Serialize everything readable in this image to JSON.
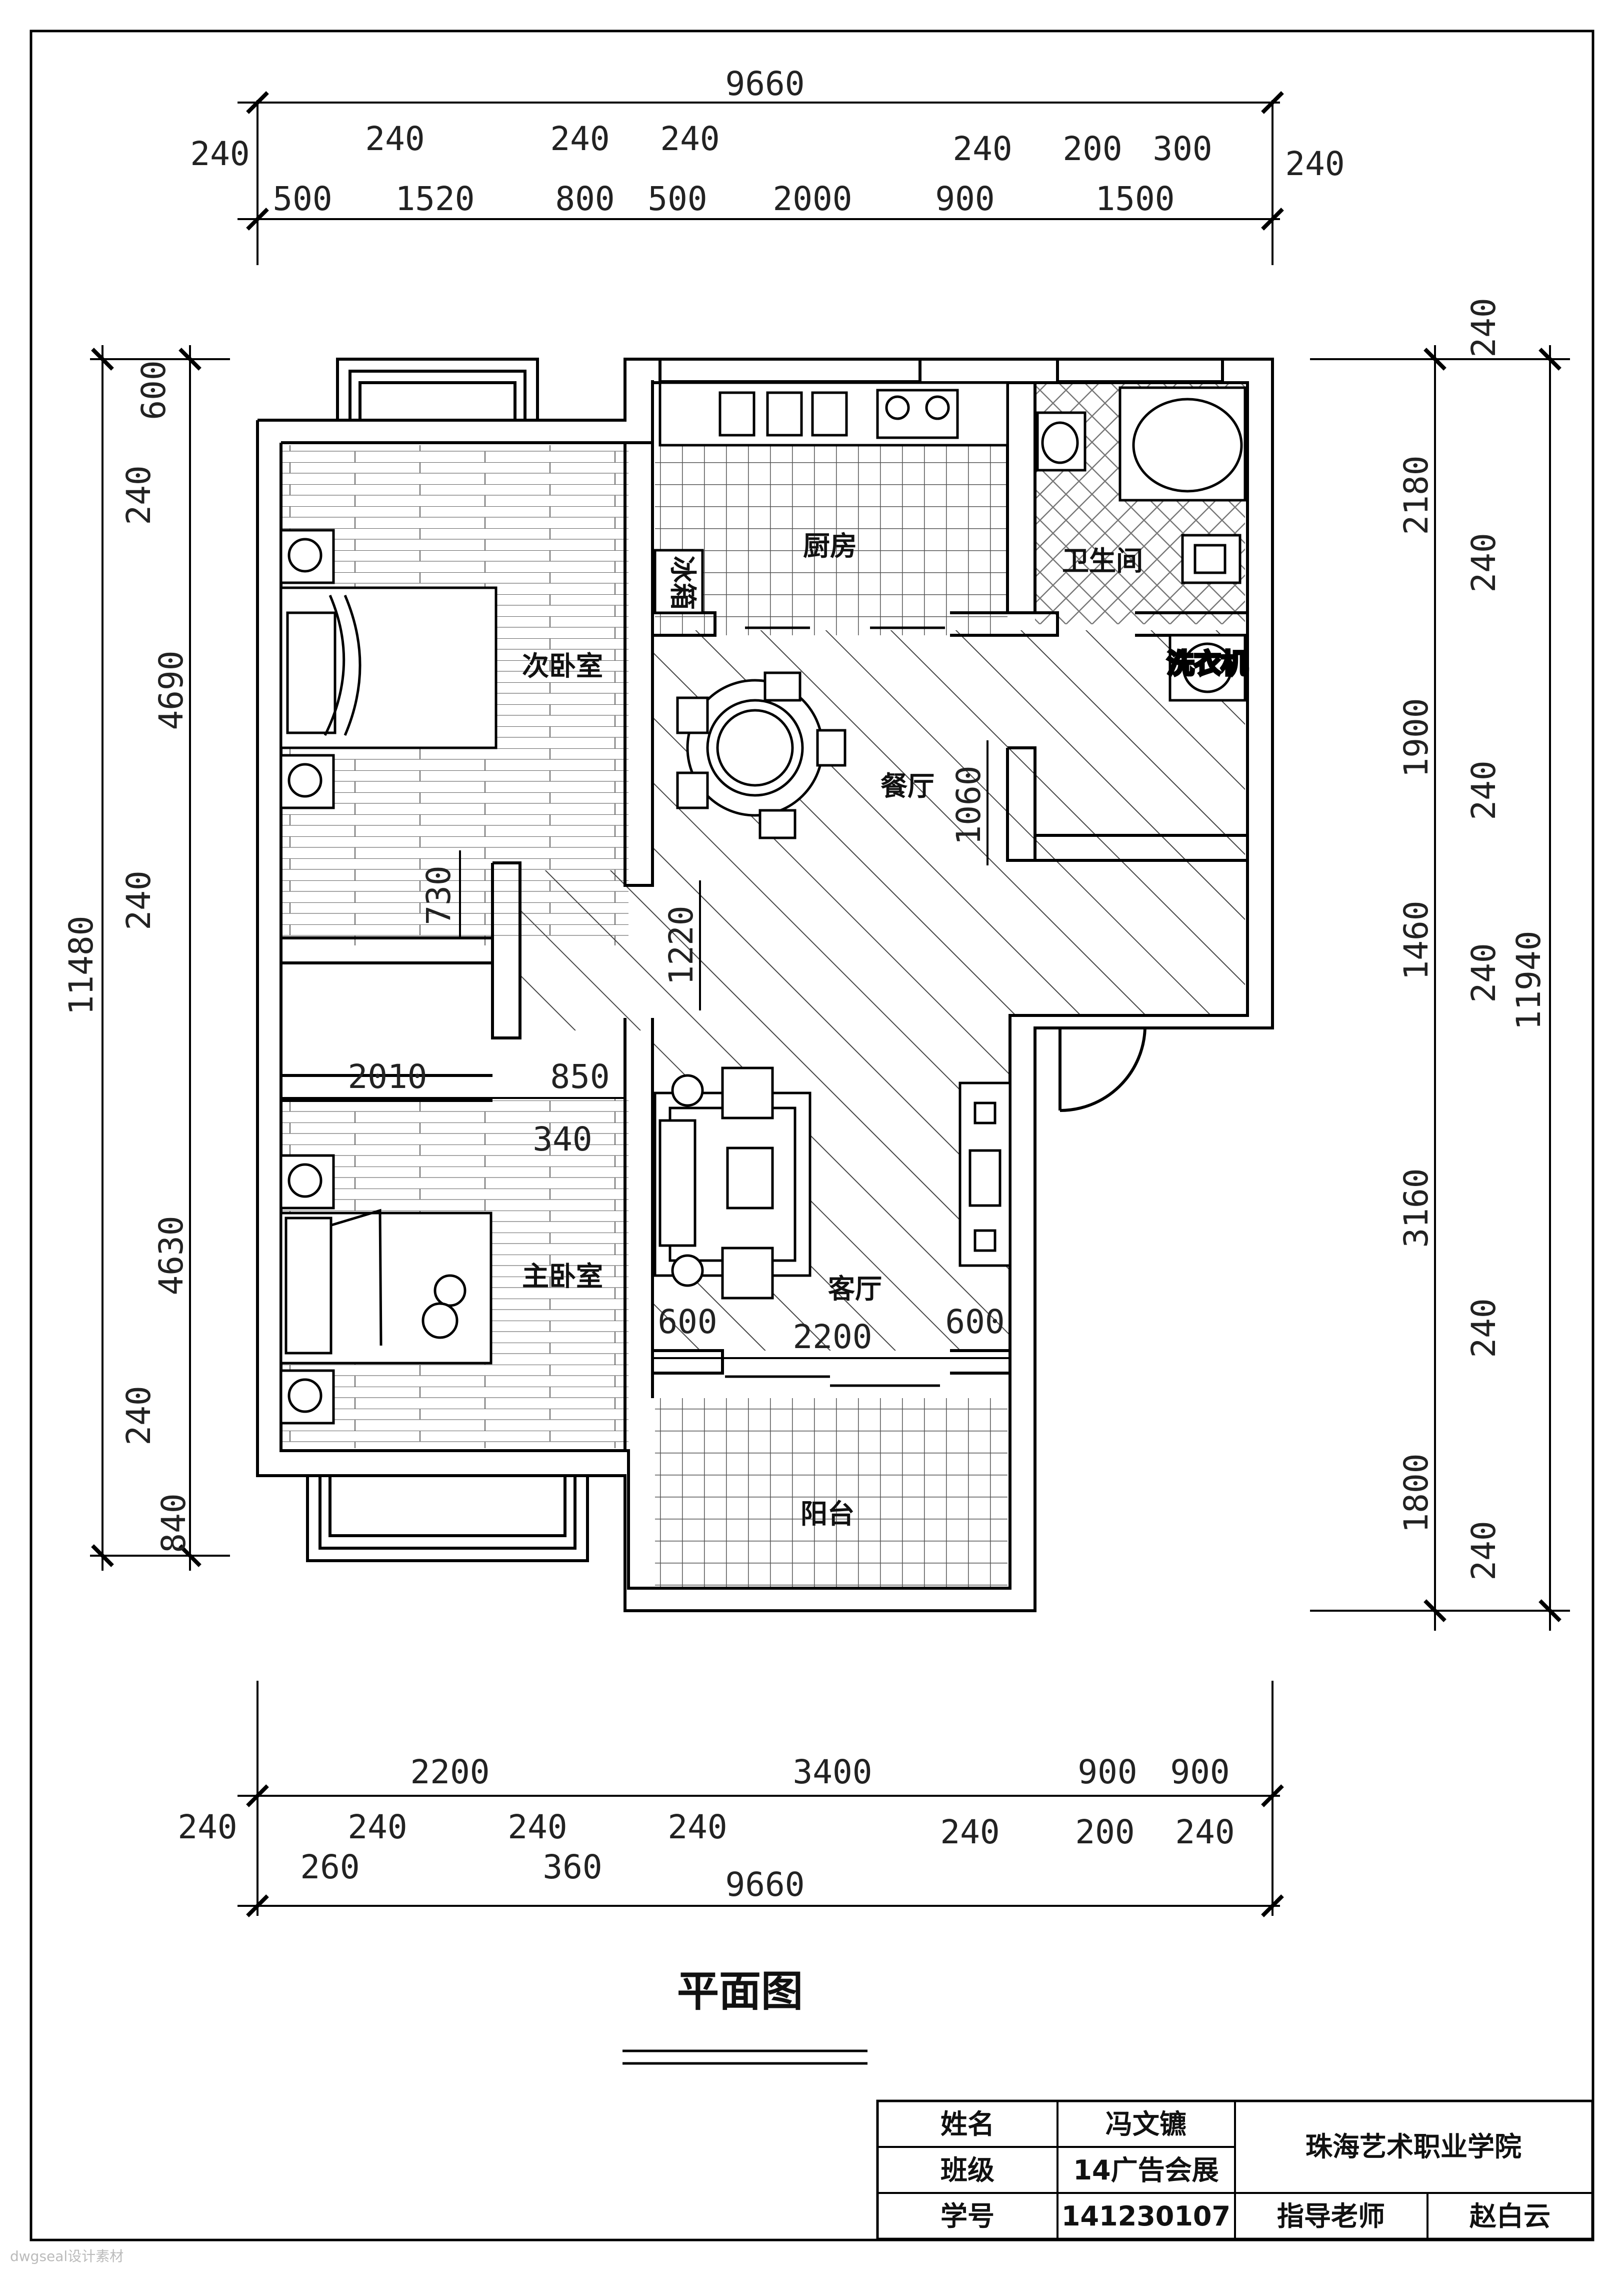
{
  "drawing": {
    "title": "平面图",
    "rooms": {
      "kitchen": "厨房",
      "bathroom": "卫生间",
      "second_bedroom": "次卧室",
      "dining": "餐厅",
      "master_bedroom": "主卧室",
      "living": "客厅",
      "balcony": "阳台",
      "fridge": "冰箱",
      "washer": "洗衣机"
    },
    "dims_top": {
      "overall": "9660",
      "upper": [
        "240",
        "240",
        "240",
        "240",
        "240",
        "200",
        "300",
        "240"
      ],
      "lower": [
        "500",
        "1520",
        "800",
        "500",
        "2000",
        "900",
        "1500"
      ]
    },
    "dims_bottom": {
      "overall": "9660",
      "row1": [
        "2200",
        "3400",
        "900",
        "900"
      ],
      "row2": [
        "240",
        "240",
        "240",
        "240",
        "240",
        "200",
        "240"
      ],
      "row3": [
        "260",
        "360"
      ]
    },
    "dims_left": {
      "overall": "11480",
      "items": [
        "600",
        "240",
        "4690",
        "240",
        "4630",
        "240",
        "840"
      ]
    },
    "dims_right": {
      "overall": "11940",
      "items": [
        "240",
        "2180",
        "240",
        "1900",
        "240",
        "1460",
        "240",
        "3160",
        "240",
        "1800",
        "240"
      ]
    },
    "dims_inner": {
      "d730": "730",
      "d1060": "1060",
      "d1220": "1220",
      "d2010": "2010",
      "d850": "850",
      "d340": "340",
      "d600a": "600",
      "d2200": "2200",
      "d600b": "600"
    }
  },
  "title_block": {
    "name_label": "姓名",
    "name_value": "冯文镳",
    "class_label": "班级",
    "class_value": "14广告会展",
    "id_label": "学号",
    "id_value": "141230107",
    "school": "珠海艺术职业学院",
    "teacher_label": "指导老师",
    "teacher_value": "赵白云"
  },
  "watermark": "dwgseal设计素材"
}
